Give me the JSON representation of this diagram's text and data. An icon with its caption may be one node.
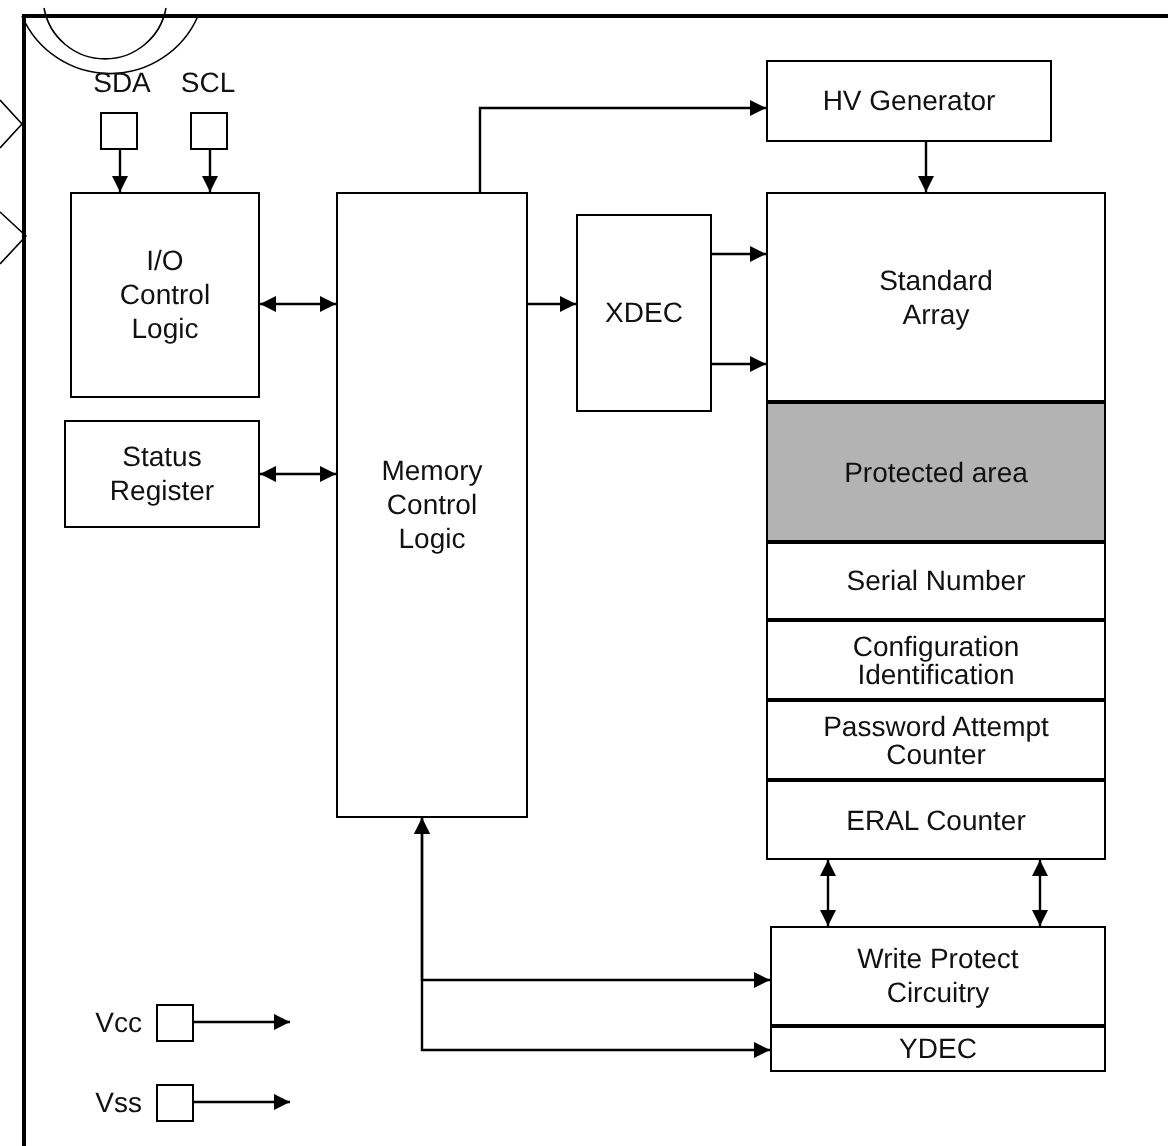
{
  "diagram": {
    "nodes": [
      {
        "text": [],
        "shape": "box",
        "beside": [
          "SDA"
        ]
      },
      {
        "text": [],
        "shape": "box",
        "beside": [
          "SCL"
        ]
      },
      {
        "text": [
          "I/O Control Logic"
        ]
      },
      {
        "text": [
          "Status Register"
        ]
      },
      {
        "text": [
          "Memory Control Logic"
        ]
      },
      {
        "text": [
          "HV Generator"
        ]
      },
      {
        "text": [
          "XDEC"
        ]
      },
      {
        "text": [
          "Standard Array"
        ]
      },
      {
        "text": [
          "Protected area"
        ]
      },
      {
        "text": [
          "Serial Number"
        ]
      },
      {
        "text": [
          "Configuration Identification"
        ]
      },
      {
        "text": [
          "Password Attempt Counter"
        ]
      },
      {
        "text": [
          "ERAL Counter"
        ]
      },
      {
        "text": [
          "Write Protect Circuitry"
        ]
      },
      {
        "text": [
          "YDEC"
        ]
      },
      {
        "text": [],
        "shape": "box",
        "beside": [
          "Vcc"
        ]
      },
      {
        "text": [],
        "shape": "box",
        "beside": [
          "Vss"
        ]
      }
    ],
    "edges": [
      {
        "from": 0,
        "to": 2,
        "arrow": "to"
      },
      {
        "from": 1,
        "to": 2,
        "arrow": "to"
      },
      {
        "from": 2,
        "to": 4,
        "arrow": "both"
      },
      {
        "from": 3,
        "to": 4,
        "arrow": "both"
      },
      {
        "from": 4,
        "to": 5,
        "arrow": "to"
      },
      {
        "from": 5,
        "to": 7,
        "arrow": "to"
      },
      {
        "from": 4,
        "to": 6,
        "arrow": "to"
      },
      {
        "from": 6,
        "to": 7,
        "arrow": "to"
      },
      {
        "from": 6,
        "to": 7,
        "arrow": "to"
      },
      {
        "from": 12,
        "to": 13,
        "arrow": "both"
      },
      {
        "from": 12,
        "to": 13,
        "arrow": "both"
      },
      {
        "from": 4,
        "to": 13,
        "arrow": "both"
      },
      {
        "from": 4,
        "to": 14,
        "arrow": "both"
      },
      {
        "from": 15,
        "to": null,
        "arrow": "to"
      },
      {
        "from": 16,
        "to": null,
        "arrow": "to"
      }
    ]
  }
}
